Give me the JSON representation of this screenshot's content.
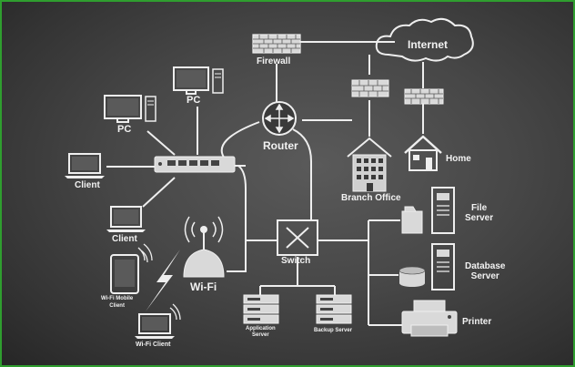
{
  "labels": {
    "internet": "Internet",
    "firewall": "Firewall",
    "router": "Router",
    "branch_office": "Branch Office",
    "home": "Home",
    "pc_top": "PC",
    "pc_left": "PC",
    "client_top": "Client",
    "client_bottom": "Client",
    "wifi_mobile_client": "Wi-Fi Mobile\nClient",
    "wifi_client": "Wi-Fi Client",
    "wifi": "Wi-Fi",
    "switch": "Switch",
    "application_server": "Application\nServer",
    "backup_server": "Backup Server",
    "file_server": "File\nServer",
    "database_server": "Database\nServer",
    "printer": "Printer"
  },
  "colors": {
    "line": "#eeeeee",
    "board": "#474747",
    "frame": "#2f9e2f"
  },
  "icons": [
    "cloud-icon",
    "firewall-icon",
    "router-icon",
    "building-icon",
    "house-icon",
    "desktop-pc-icon",
    "laptop-icon",
    "hub-icon",
    "mobile-phone-icon",
    "wifi-access-point-icon",
    "switch-icon",
    "server-rack-icon",
    "file-server-icon",
    "database-icon",
    "printer-icon",
    "lightning-icon"
  ]
}
